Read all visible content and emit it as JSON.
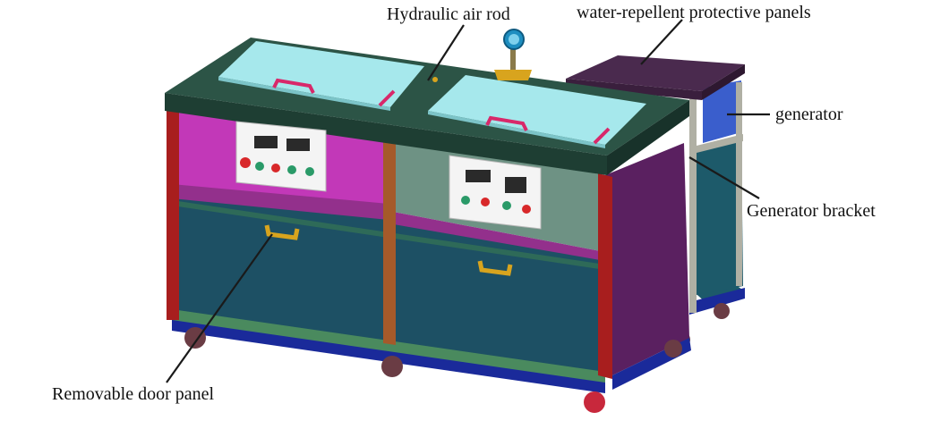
{
  "labels": {
    "hydraulic_air_rod": "Hydraulic air rod",
    "water_repellent_panels": "water-repellent protective panels",
    "generator": "generator",
    "generator_bracket": "Generator bracket",
    "removable_door_panel": "Removable door panel"
  },
  "control_panels": {
    "left": {
      "display_count": 2,
      "button_count": 5
    },
    "right": {
      "display_count": 2,
      "button_count": 4
    }
  },
  "colors": {
    "top_surface": "#2c5446",
    "lid": "#a6e8ec",
    "left_upper_panel": "#c238b8",
    "right_upper_panel": "#6e9284",
    "door_panel": "#1d5064",
    "side_panel": "#5a2060",
    "frame_red": "#a81e1e",
    "frame_orange": "#a55a2a",
    "generator_box": "#4a2a4e",
    "generator_side": "#3a5ecc",
    "generator_base": "#1d5a6a",
    "base_blue": "#1a2a9a",
    "wheel": "#6a3c44",
    "front_wheel": "#c8283c",
    "handle": "#d8a41e",
    "lid_handle": "#d8286a",
    "gauge": "#1e8ec0",
    "button_red": "#d8282a",
    "button_green": "#2a9a68",
    "leader_line": "#1a1a1a"
  }
}
